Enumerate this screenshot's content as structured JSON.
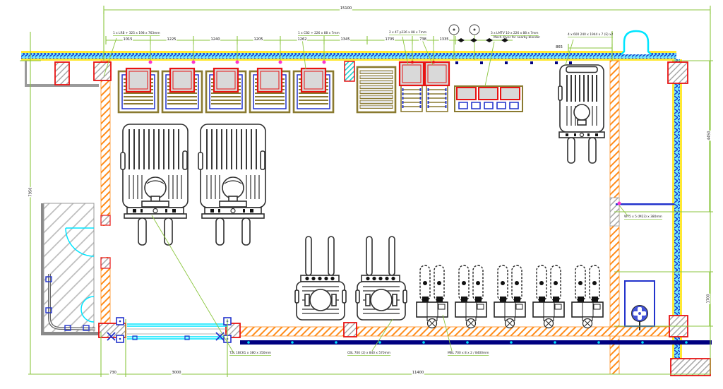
{
  "dims": {
    "top_overall": "15100",
    "left_overall": "7950",
    "right_upper": "4450",
    "right_lower": "1700",
    "bottom_seg1": "730",
    "bottom_seg2": "3000",
    "bottom_overall": "11400",
    "top_chain": [
      "1015",
      "1225",
      "1240",
      "1205",
      "1262",
      "1345",
      "1705",
      "738",
      "1335"
    ],
    "top_right": "865"
  },
  "labels": {
    "eq1": "1 x LRB + 325 x 198 x 763mm",
    "eq2": "1 x CB2 + 226 x 88 x 7mm",
    "eq3": "2 x 4T p226 x 88 x 7mm",
    "eq4a": "3 x LMTV 10 x 226 x 88 x 7mm",
    "eq4b": "Mech dryer for nearby blender",
    "eq5": "4 x 600 240 x 1944 x 7 (E) x2",
    "wall_right": "W75 x 5 (M23) x 380mm",
    "bottom1": "T2L 1BCK1 x 380 x 350mm",
    "bottom2": "CBL 700 (2) x 840 x 570mm",
    "bottom3": "MBL 700 x 8 x 2 / 8400mm"
  },
  "colors": {
    "dimension_green": "#8bc63f",
    "wall_yellow": "#ffe933",
    "wall_cyan": "#72e6ff",
    "hatch_orange": "#ff8c1a",
    "equipment_red": "#e81313",
    "equipment_blue": "#2233cc",
    "conveyor_navy": "#000080",
    "door_cyan": "#00e5ff",
    "marker_magenta": "#ff33cc",
    "frame_khaki": "#8a7a30"
  }
}
